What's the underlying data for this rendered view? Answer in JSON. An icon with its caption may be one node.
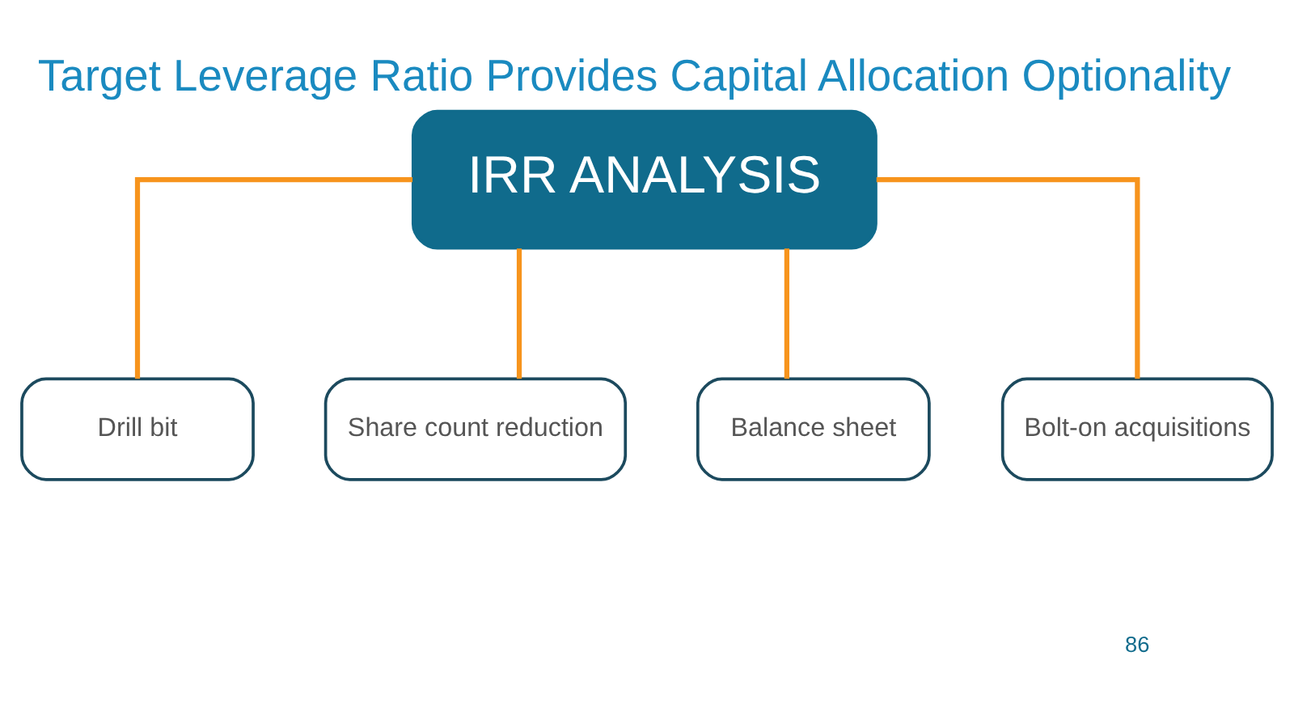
{
  "diagram": {
    "title": "Target Leverage Ratio Provides Capital Allocation Optionality",
    "nodes": [
      {
        "text": [
          "IRR ANALYSIS"
        ]
      },
      {
        "text": [
          "Drill bit"
        ]
      },
      {
        "text": [
          "Share count reduction"
        ]
      },
      {
        "text": [
          "Balance sheet"
        ]
      },
      {
        "text": [
          "Bolt-on acquisitions"
        ]
      }
    ],
    "edges": [
      {
        "from": 0,
        "to": 1,
        "arrow": "none",
        "color": "#f7941d"
      },
      {
        "from": 0,
        "to": 2,
        "arrow": "none",
        "color": "#f7941d"
      },
      {
        "from": 0,
        "to": 3,
        "arrow": "none",
        "color": "#f7941d"
      },
      {
        "from": 0,
        "to": 4,
        "arrow": "none",
        "color": "#f7941d"
      }
    ],
    "labels": [
      "86"
    ]
  }
}
